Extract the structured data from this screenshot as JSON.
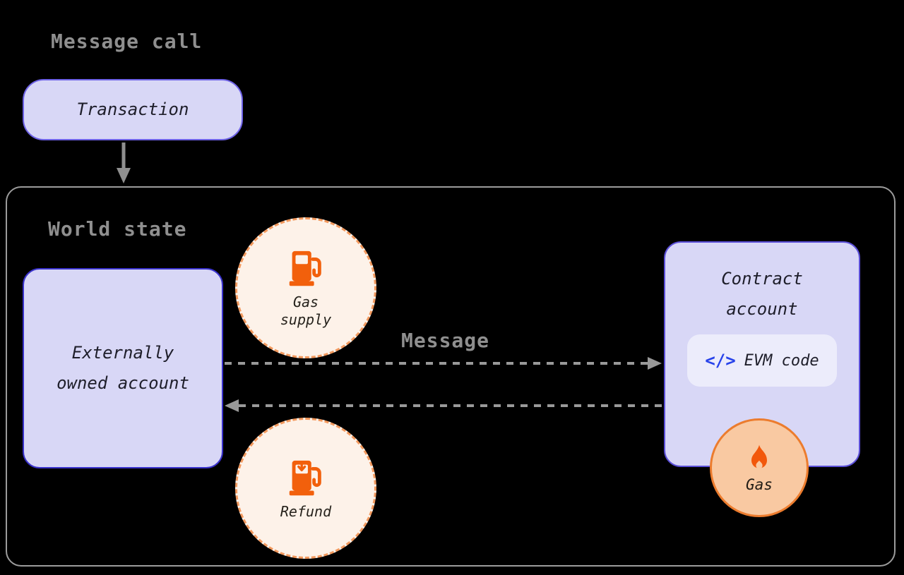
{
  "colors": {
    "background": "#000000",
    "box_fill": "#d8d7f6",
    "box_border": "#5b4fd8",
    "eoa_border": "#3a32cc",
    "muted_text": "#8f8f8f",
    "dark_text": "#1e1e2a",
    "orange": "#f2600c",
    "cream_fill": "#fdf2e9",
    "dashed_orange_border": "#f2995e",
    "gas_badge_fill": "#f9c9a2",
    "gas_badge_border": "#ec7c2e",
    "chip_fill": "#ececfb",
    "code_blue": "#2742ea",
    "arrow_gray": "#999999"
  },
  "header": {
    "title": "Message call"
  },
  "transaction": {
    "label": "Transaction"
  },
  "world_state": {
    "title": "World state"
  },
  "eoa": {
    "line1": "Externally",
    "line2": "owned account"
  },
  "gas_supply": {
    "line1": "Gas",
    "line2": "supply"
  },
  "message_arrow": {
    "label": "Message"
  },
  "refund": {
    "label": "Refund"
  },
  "contract": {
    "line1": "Contract",
    "line2": "account"
  },
  "evm_chip": {
    "glyph": "</>",
    "label": "EVM code"
  },
  "gas_badge": {
    "label": "Gas"
  }
}
